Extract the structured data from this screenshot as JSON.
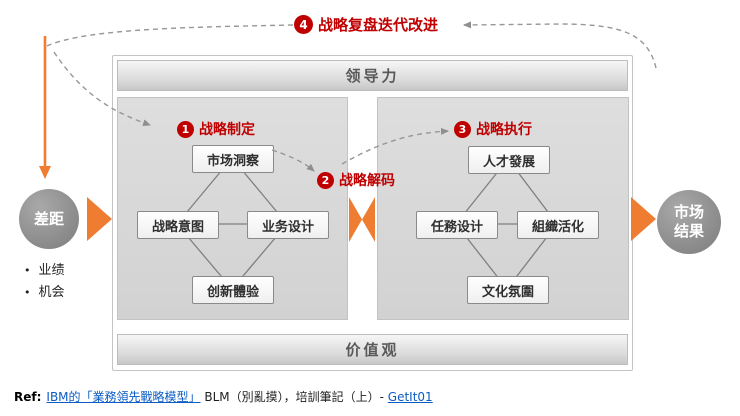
{
  "feedback_loop": {
    "badge": "4",
    "label": "战略复盘迭代改进"
  },
  "leadership_bar": {
    "label": "领导力"
  },
  "values_bar": {
    "label": "价值观"
  },
  "strategy_panel": {
    "badge": "1",
    "title": "战略制定",
    "box_top": "市场洞察",
    "box_left": "战略意图",
    "box_right": "业务设计",
    "box_bottom": "创新體验"
  },
  "decode_label": {
    "badge": "2",
    "label": "战略解码"
  },
  "execution_panel": {
    "badge": "3",
    "title": "战略执行",
    "box_top": "人才發展",
    "box_left": "任務设计",
    "box_right": "組織活化",
    "box_bottom": "文化氛圍"
  },
  "gap_circle": {
    "label": "差距",
    "bullet_marker": "•",
    "bullets": [
      "业绩",
      "机会"
    ]
  },
  "result_circle": {
    "label_line1": "市场",
    "label_line2": "结果"
  },
  "footer": {
    "prefix": "Ref:",
    "link_text": "IBM的「業務領先戰略模型」",
    "middle_text": " BLM（別亂摸），培訓筆記（上）- ",
    "link_text2": "GetIt01"
  },
  "colors": {
    "accent_red": "#c00000",
    "orange": "#ee7c31",
    "panel_gray": "#d9d9d9",
    "link_blue": "#0b5cc4"
  }
}
